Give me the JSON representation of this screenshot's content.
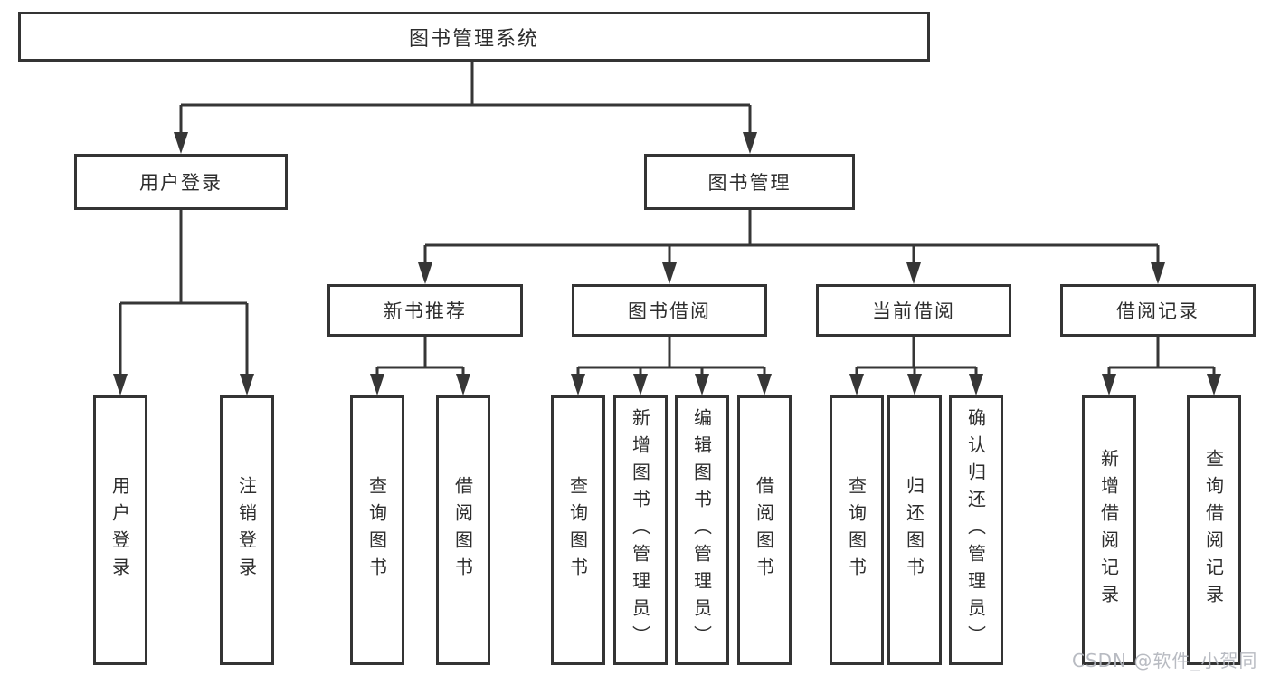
{
  "tree": {
    "root": "图书管理系统",
    "level2": [
      {
        "label": "用户登录",
        "children": [
          "用户登录",
          "注销登录"
        ]
      },
      {
        "label": "图书管理"
      }
    ],
    "level3": [
      {
        "label": "新书推荐",
        "children": [
          "查询图书",
          "借阅图书"
        ]
      },
      {
        "label": "图书借阅",
        "children": [
          "查询图书",
          "新增图书（管理员）",
          "编辑图书（管理员）",
          "借阅图书"
        ]
      },
      {
        "label": "当前借阅",
        "children": [
          "查询图书",
          "归还图书",
          "确认归还（管理员）"
        ]
      },
      {
        "label": "借阅记录",
        "children": [
          "新增借阅记录",
          "查询借阅记录"
        ]
      }
    ]
  },
  "watermark": "CSDN @软件_小贺同学",
  "colors": {
    "line": "#363636",
    "box_border": "#343434",
    "text": "#2d2d2d",
    "watermark": "#b3b6bd",
    "background": "#ffffff"
  }
}
